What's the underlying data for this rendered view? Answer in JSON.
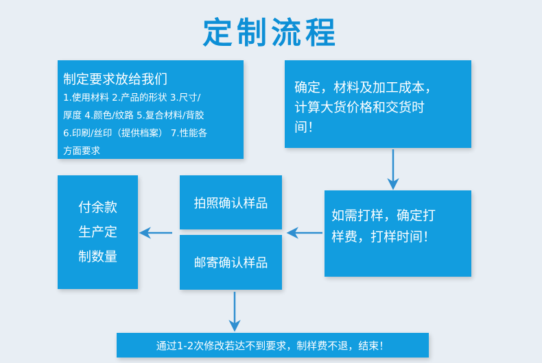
{
  "title": "定制流程",
  "steps": {
    "requirements": {
      "heading": "制定要求放给我们",
      "lines": [
        "1.使用材料   2.产品的形状   3.尺寸/",
        "厚度  4.颜色/纹路   5.复合材料/背胶",
        " 6.印刷/丝印（提供档案）  7.性能各",
        "方面要求"
      ]
    },
    "quote": {
      "lines": [
        "确定，材料及加工成本，",
        "计算大货价格和交货时",
        "间！"
      ]
    },
    "sampling": {
      "lines": [
        "如需打样，确定打",
        "样费，打样时间！"
      ]
    },
    "photo_confirm": {
      "label": "拍照确认样品"
    },
    "mail_confirm": {
      "label": "邮寄确认样品"
    },
    "payment": {
      "lines": [
        "付余款",
        "生产定",
        "制数量"
      ]
    },
    "final": {
      "label": "通过1-2次修改若达不到要求，制样费不退，结束！"
    }
  },
  "colors": {
    "box": "#129ddf",
    "title": "#0d8fd6",
    "arrow": "#2f8fd0",
    "background": "#e8eef4"
  }
}
